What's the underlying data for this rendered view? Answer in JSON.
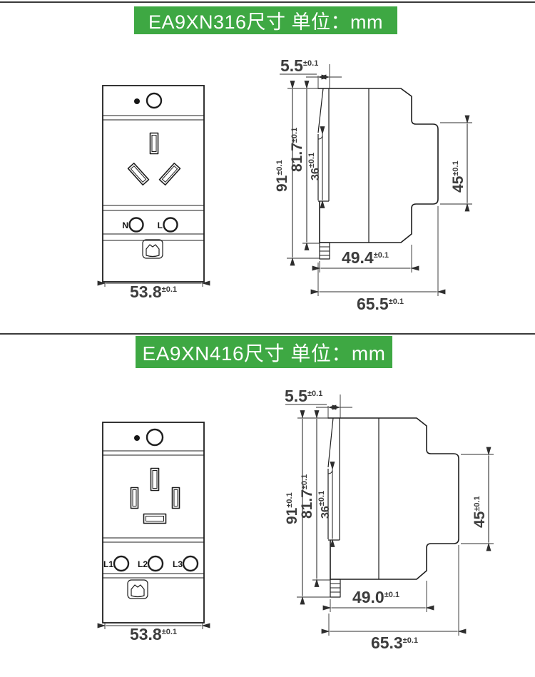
{
  "colors": {
    "header_bg": "#3EA843",
    "header_text": "#FFFFFF",
    "drawing_line": "#1E1E1E",
    "dimension_text": "#3C3C3C"
  },
  "sections": [
    {
      "title": "EA9XN316尺寸 单位：mm",
      "front": {
        "terminals": {
          "n": "N",
          "l": "L"
        },
        "width": "53.8",
        "width_tol": "±0.1"
      },
      "side": {
        "clip_depth": "5.5",
        "clip_depth_tol": "±0.1",
        "total_height": "91",
        "total_height_tol": "±0.1",
        "body_height": "81.7",
        "body_height_tol": "±0.1",
        "recess_height": "36",
        "recess_height_tol": "±0.1",
        "rail_section_height": "45",
        "rail_section_height_tol": "±0.1",
        "body_depth": "49.4",
        "body_depth_tol": "±0.1",
        "total_depth": "65.5",
        "total_depth_tol": "±0.1"
      }
    },
    {
      "title": "EA9XN416尺寸 单位：mm",
      "front": {
        "terminals": {
          "l1": "L1",
          "l2": "L2",
          "l3": "L3"
        },
        "width": "53.8",
        "width_tol": "±0.1"
      },
      "side": {
        "clip_depth": "5.5",
        "clip_depth_tol": "±0.1",
        "total_height": "91",
        "total_height_tol": "±0.1",
        "body_height": "81.7",
        "body_height_tol": "±0.1",
        "recess_height": "36",
        "recess_height_tol": "±0.1",
        "rail_section_height": "45",
        "rail_section_height_tol": "±0.1",
        "body_depth": "49.0",
        "body_depth_tol": "±0.1",
        "total_depth": "65.3",
        "total_depth_tol": "±0.1"
      }
    }
  ]
}
